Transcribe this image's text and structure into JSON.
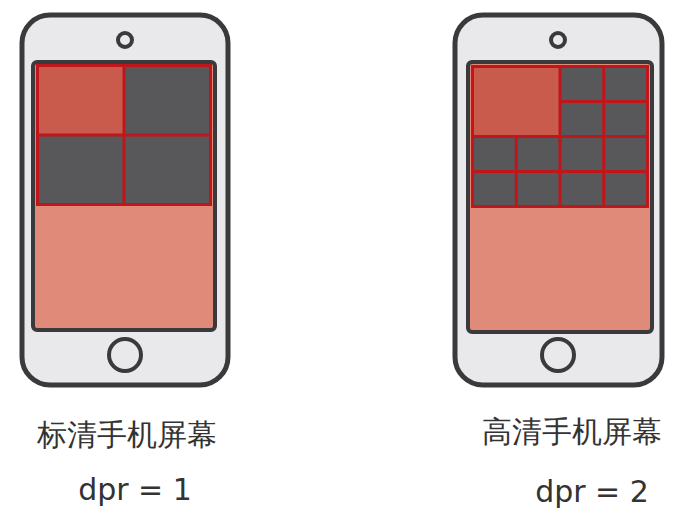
{
  "diagram": {
    "labels": [
      "标清手机屏幕",
      "dpr = 1",
      "高清手机屏幕",
      "dpr = 2"
    ]
  }
}
